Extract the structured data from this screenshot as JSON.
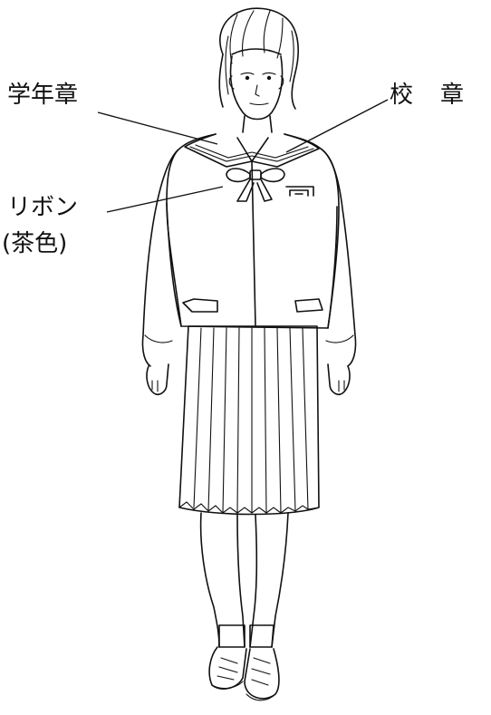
{
  "labels": {
    "grade_badge": "学年章",
    "school_badge": "校　章",
    "ribbon": "リボン",
    "ribbon_color": "(茶色)"
  }
}
